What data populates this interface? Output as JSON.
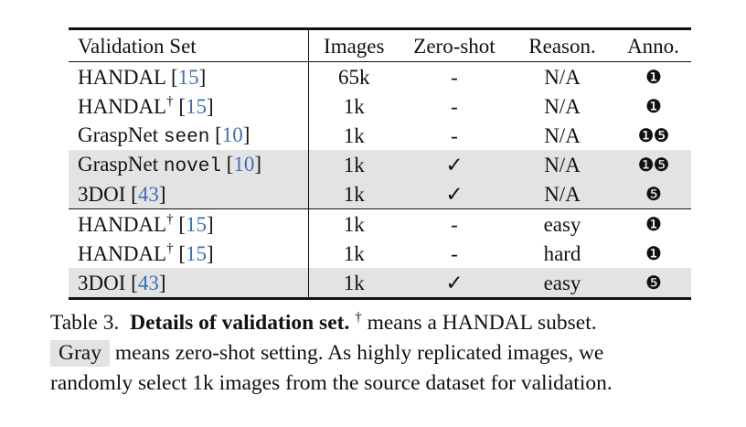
{
  "table": {
    "headers": [
      "Validation Set",
      "Images",
      "Zero-shot",
      "Reason.",
      "Anno."
    ],
    "rows": [
      {
        "name": "HANDAL",
        "dagger": "",
        "mono": "",
        "cite": "15",
        "images": "65k",
        "zero_shot": "-",
        "reason": "N/A",
        "anno": "❶",
        "gray": false
      },
      {
        "name": "HANDAL",
        "dagger": "†",
        "mono": "",
        "cite": "15",
        "images": "1k",
        "zero_shot": "-",
        "reason": "N/A",
        "anno": "❶",
        "gray": false
      },
      {
        "name": "GraspNet",
        "dagger": "",
        "mono": "seen",
        "cite": "10",
        "images": "1k",
        "zero_shot": "-",
        "reason": "N/A",
        "anno": "❶❺",
        "gray": false
      },
      {
        "name": "GraspNet",
        "dagger": "",
        "mono": "novel",
        "cite": "10",
        "images": "1k",
        "zero_shot": "✓",
        "reason": "N/A",
        "anno": "❶❺",
        "gray": true
      },
      {
        "name": "3DOI",
        "dagger": "",
        "mono": "",
        "cite": "43",
        "images": "1k",
        "zero_shot": "✓",
        "reason": "N/A",
        "anno": "❺",
        "gray": true
      },
      {
        "name": "HANDAL",
        "dagger": "†",
        "mono": "",
        "cite": "15",
        "images": "1k",
        "zero_shot": "-",
        "reason": "easy",
        "anno": "❶",
        "gray": false
      },
      {
        "name": "HANDAL",
        "dagger": "†",
        "mono": "",
        "cite": "15",
        "images": "1k",
        "zero_shot": "-",
        "reason": "hard",
        "anno": "❶",
        "gray": false
      },
      {
        "name": "3DOI",
        "dagger": "",
        "mono": "",
        "cite": "43",
        "images": "1k",
        "zero_shot": "✓",
        "reason": "easy",
        "anno": "❺",
        "gray": true
      }
    ]
  },
  "caption": {
    "label": "Table 3.",
    "bold": "Details of validation set.",
    "dagger": "†",
    "rest1": "means a HANDAL subset.",
    "gray_chip": "Gray",
    "rest2": "means zero-shot setting. As highly replicated images, we",
    "line3": "randomly select 1k images from the source dataset for validation."
  },
  "colors": {
    "gray_row": "#e3e3e3",
    "citation": "#3f6fb3"
  }
}
